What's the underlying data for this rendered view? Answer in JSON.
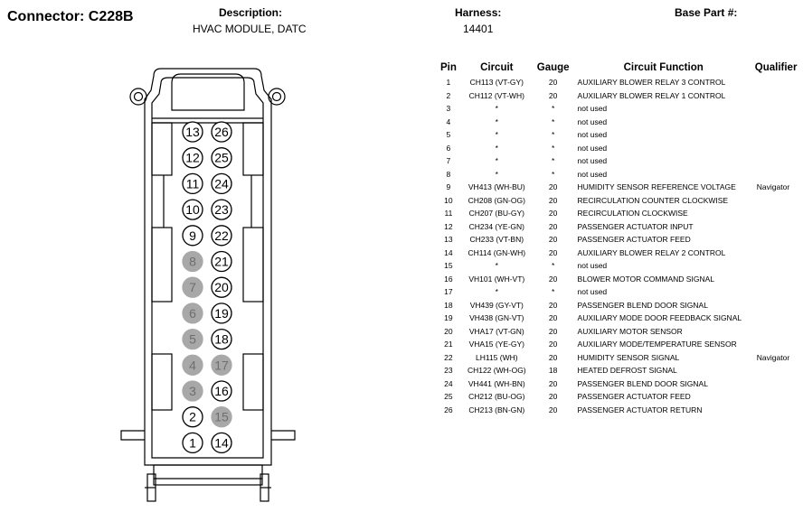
{
  "connector_title": "Connector: C228B",
  "description_label": "Description:",
  "description_value": "HVAC MODULE, DATC",
  "harness_label": "Harness:",
  "harness_value": "14401",
  "base_part_label": "Base Part #:",
  "table_headers": {
    "pin": "Pin",
    "circuit": "Circuit",
    "gauge": "Gauge",
    "function": "Circuit Function",
    "qualifier": "Qualifier"
  },
  "pins": [
    {
      "pin": "1",
      "circuit": "CH113 (VT-GY)",
      "gauge": "20",
      "function": "AUXILIARY BLOWER RELAY 3 CONTROL",
      "qualifier": ""
    },
    {
      "pin": "2",
      "circuit": "CH112 (VT-WH)",
      "gauge": "20",
      "function": "AUXILIARY BLOWER RELAY 1 CONTROL",
      "qualifier": ""
    },
    {
      "pin": "3",
      "circuit": "*",
      "gauge": "*",
      "function": "not used",
      "qualifier": ""
    },
    {
      "pin": "4",
      "circuit": "*",
      "gauge": "*",
      "function": "not used",
      "qualifier": ""
    },
    {
      "pin": "5",
      "circuit": "*",
      "gauge": "*",
      "function": "not used",
      "qualifier": ""
    },
    {
      "pin": "6",
      "circuit": "*",
      "gauge": "*",
      "function": "not used",
      "qualifier": ""
    },
    {
      "pin": "7",
      "circuit": "*",
      "gauge": "*",
      "function": "not used",
      "qualifier": ""
    },
    {
      "pin": "8",
      "circuit": "*",
      "gauge": "*",
      "function": "not used",
      "qualifier": ""
    },
    {
      "pin": "9",
      "circuit": "VH413 (WH-BU)",
      "gauge": "20",
      "function": "HUMIDITY SENSOR REFERENCE VOLTAGE",
      "qualifier": "Navigator"
    },
    {
      "pin": "10",
      "circuit": "CH208 (GN-OG)",
      "gauge": "20",
      "function": "RECIRCULATION COUNTER CLOCKWISE",
      "qualifier": ""
    },
    {
      "pin": "11",
      "circuit": "CH207 (BU-GY)",
      "gauge": "20",
      "function": "RECIRCULATION CLOCKWISE",
      "qualifier": ""
    },
    {
      "pin": "12",
      "circuit": "CH234 (YE-GN)",
      "gauge": "20",
      "function": "PASSENGER ACTUATOR INPUT",
      "qualifier": ""
    },
    {
      "pin": "13",
      "circuit": "CH233 (VT-BN)",
      "gauge": "20",
      "function": "PASSENGER ACTUATOR FEED",
      "qualifier": ""
    },
    {
      "pin": "14",
      "circuit": "CH114 (GN-WH)",
      "gauge": "20",
      "function": "AUXILIARY BLOWER RELAY 2 CONTROL",
      "qualifier": ""
    },
    {
      "pin": "15",
      "circuit": "*",
      "gauge": "*",
      "function": "not used",
      "qualifier": ""
    },
    {
      "pin": "16",
      "circuit": "VH101 (WH-VT)",
      "gauge": "20",
      "function": "BLOWER MOTOR COMMAND SIGNAL",
      "qualifier": ""
    },
    {
      "pin": "17",
      "circuit": "*",
      "gauge": "*",
      "function": "not used",
      "qualifier": ""
    },
    {
      "pin": "18",
      "circuit": "VH439 (GY-VT)",
      "gauge": "20",
      "function": "PASSENGER BLEND DOOR SIGNAL",
      "qualifier": ""
    },
    {
      "pin": "19",
      "circuit": "VH438 (GN-VT)",
      "gauge": "20",
      "function": "AUXILIARY MODE DOOR FEEDBACK SIGNAL",
      "qualifier": ""
    },
    {
      "pin": "20",
      "circuit": "VHA17 (VT-GN)",
      "gauge": "20",
      "function": "AUXILIARY MOTOR SENSOR",
      "qualifier": ""
    },
    {
      "pin": "21",
      "circuit": "VHA15 (YE-GY)",
      "gauge": "20",
      "function": "AUXILIARY MODE/TEMPERATURE SENSOR",
      "qualifier": ""
    },
    {
      "pin": "22",
      "circuit": "LH115 (WH)",
      "gauge": "20",
      "function": "HUMIDITY SENSOR SIGNAL",
      "qualifier": "Navigator"
    },
    {
      "pin": "23",
      "circuit": "CH122 (WH-OG)",
      "gauge": "18",
      "function": "HEATED DEFROST SIGNAL",
      "qualifier": ""
    },
    {
      "pin": "24",
      "circuit": "VH441 (WH-BN)",
      "gauge": "20",
      "function": "PASSENGER BLEND DOOR SIGNAL",
      "qualifier": ""
    },
    {
      "pin": "25",
      "circuit": "CH212 (BU-OG)",
      "gauge": "20",
      "function": "PASSENGER ACTUATOR FEED",
      "qualifier": ""
    },
    {
      "pin": "26",
      "circuit": "CH213 (BN-GN)",
      "gauge": "20",
      "function": "PASSENGER ACTUATOR RETURN",
      "qualifier": ""
    }
  ],
  "connector_pins": {
    "left_column": [
      "13",
      "12",
      "11",
      "10",
      "9",
      "8",
      "7",
      "6",
      "5",
      "4",
      "3",
      "2",
      "1"
    ],
    "right_column": [
      "26",
      "25",
      "24",
      "23",
      "22",
      "21",
      "20",
      "19",
      "18",
      "17",
      "16",
      "15",
      "14"
    ],
    "unused_pins": [
      "3",
      "4",
      "5",
      "6",
      "7",
      "8",
      "15",
      "17"
    ]
  },
  "colors": {
    "used_pin_fill": "#ffffff",
    "unused_pin_fill": "#a8a8a8",
    "unused_pin_text": "#6e6e6e",
    "line": "#000000"
  }
}
